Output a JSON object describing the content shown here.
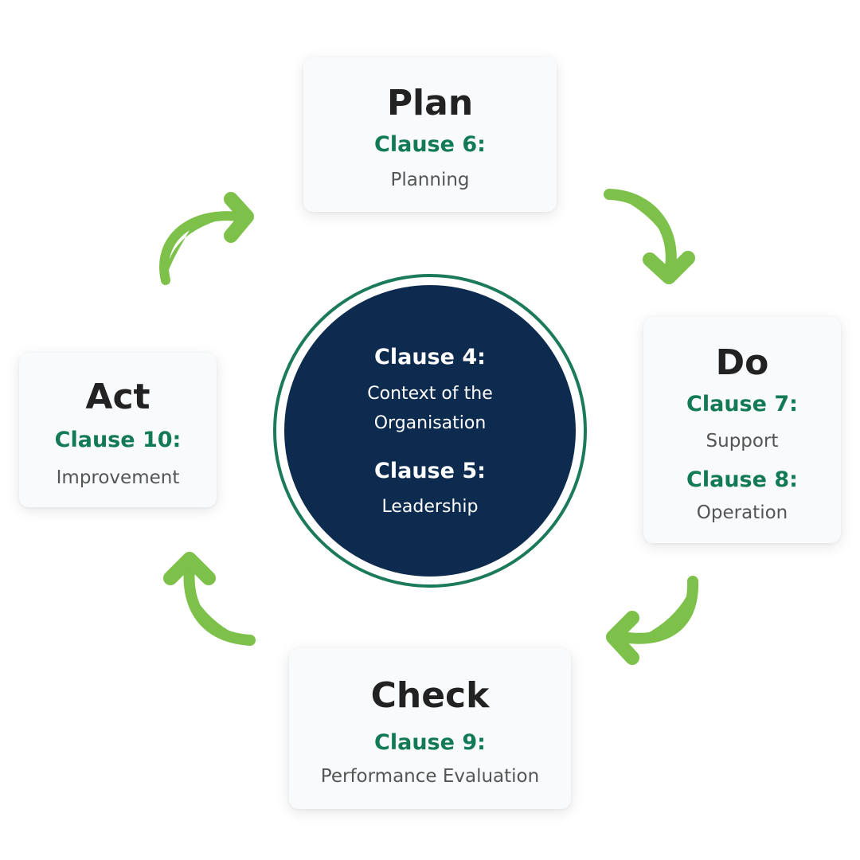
{
  "center": {
    "clause4_label": "Clause 4:",
    "clause4_desc_line1": "Context of the",
    "clause4_desc_line2": "Organisation",
    "clause5_label": "Clause 5:",
    "clause5_desc": "Leadership"
  },
  "plan": {
    "title": "Plan",
    "clause": "Clause 6:",
    "desc": "Planning"
  },
  "do": {
    "title": "Do",
    "clause_a": "Clause 7:",
    "desc_a": "Support",
    "clause_b": "Clause 8:",
    "desc_b": "Operation"
  },
  "check": {
    "title": "Check",
    "clause": "Clause 9:",
    "desc": "Performance Evaluation"
  },
  "act": {
    "title": "Act",
    "clause": "Clause 10:",
    "desc": "Improvement"
  },
  "colors": {
    "arrow": "#7dc14a",
    "clause_green": "#127a55",
    "center_navy": "#0d2a4f",
    "ring": "#1b7a5c"
  },
  "icons": [
    "curved-arrow-icon"
  ]
}
